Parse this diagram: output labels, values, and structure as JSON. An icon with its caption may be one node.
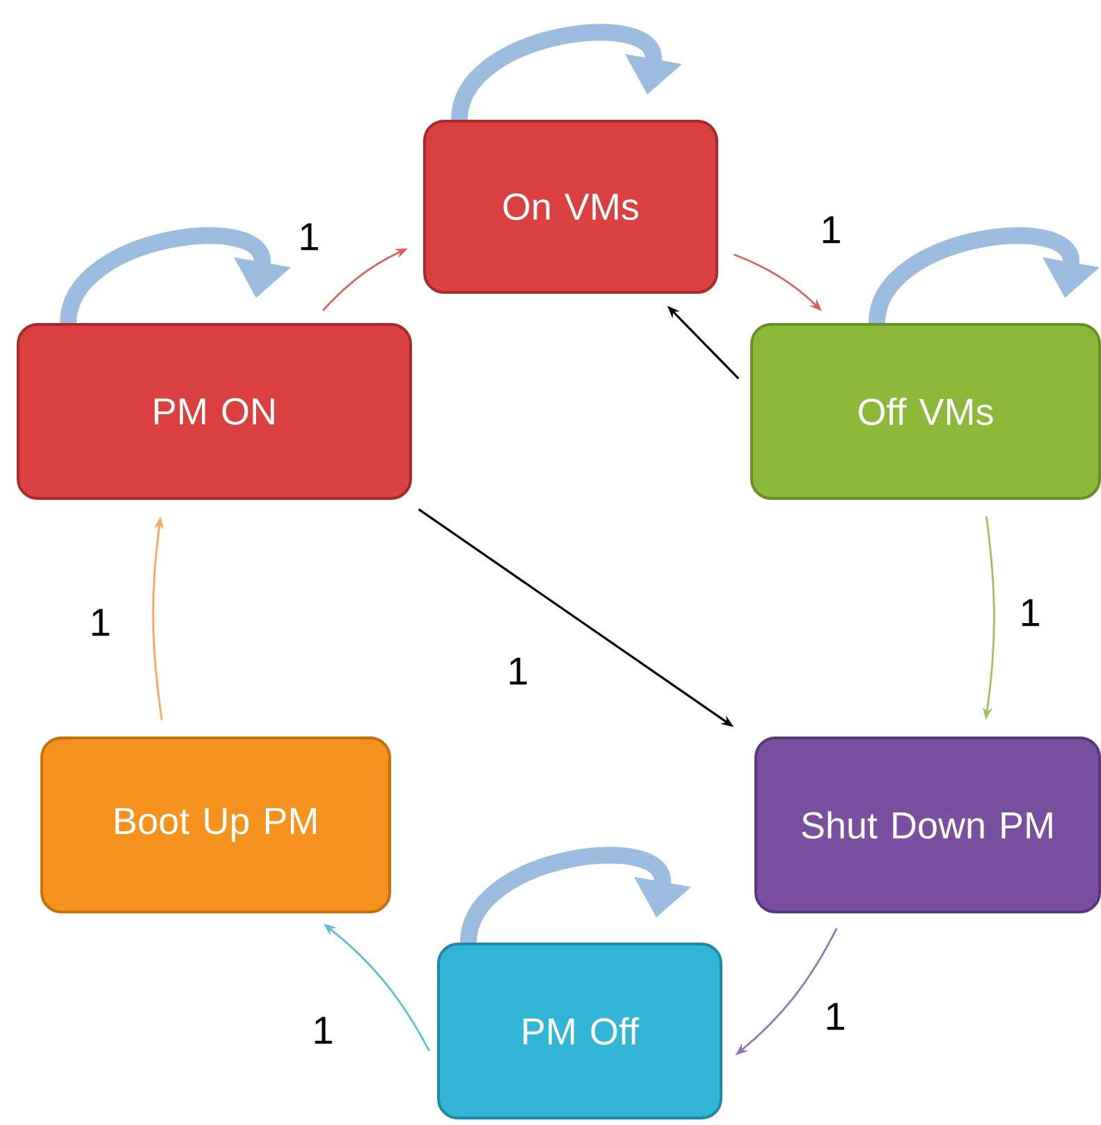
{
  "diagram": {
    "nodes": [
      {
        "text": [
          "On VMs"
        ]
      },
      {
        "text": [
          "PM ON"
        ]
      },
      {
        "text": [
          "Off VMs"
        ]
      },
      {
        "text": [
          "Shut Down PM"
        ]
      },
      {
        "text": [
          "Boot Up PM"
        ]
      },
      {
        "text": [
          "PM Off"
        ]
      }
    ],
    "edges": [
      {
        "from": 1,
        "to": 0,
        "arrow": "to",
        "label": "1",
        "color": "#d9605c"
      },
      {
        "from": 0,
        "to": 2,
        "arrow": "to",
        "label": "1",
        "color": "#d9605c"
      },
      {
        "from": 2,
        "to": 0,
        "arrow": "to",
        "color": "#000000"
      },
      {
        "from": 2,
        "to": 3,
        "arrow": "to",
        "label": "1",
        "color": "#9cc45a"
      },
      {
        "from": 1,
        "to": 3,
        "arrow": "to",
        "label": "1",
        "color": "#000000"
      },
      {
        "from": 3,
        "to": 5,
        "arrow": "to",
        "label": "1",
        "color": "#9378b8"
      },
      {
        "from": 5,
        "to": 4,
        "arrow": "to",
        "label": "1",
        "color": "#5bbfdc"
      },
      {
        "from": 4,
        "to": 1,
        "arrow": "to",
        "label": "1",
        "color": "#f7a65a"
      },
      {
        "from": 0,
        "to": 0,
        "arrow": "to",
        "style": "thick",
        "color": "#9dbde0"
      },
      {
        "from": 1,
        "to": 1,
        "arrow": "to",
        "style": "thick",
        "color": "#9dbde0"
      },
      {
        "from": 2,
        "to": 2,
        "arrow": "to",
        "style": "thick",
        "color": "#9dbde0"
      },
      {
        "from": 5,
        "to": 5,
        "arrow": "to",
        "style": "thick",
        "color": "#9dbde0"
      }
    ]
  }
}
